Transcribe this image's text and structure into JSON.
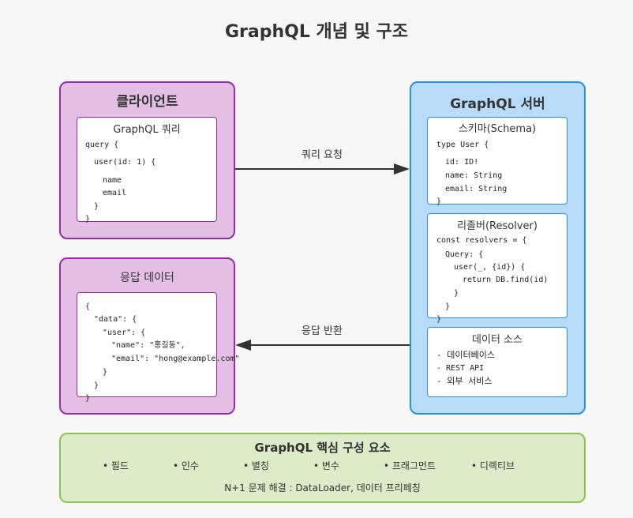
{
  "title": "GraphQL 개념 및 구조",
  "client": {
    "title": "클라이언트",
    "query_box_title": "GraphQL 쿼리",
    "code": [
      "query {",
      "user(id: 1) {",
      "name",
      "email",
      "}",
      "}"
    ]
  },
  "response": {
    "title": "응답 데이터",
    "code": [
      "{",
      "\"data\": {",
      "\"user\": {",
      "\"name\": \"홍길동\",",
      "\"email\": \"hong@example.com\"",
      "}",
      "}",
      "}"
    ]
  },
  "server": {
    "title": "GraphQL 서버",
    "schema": {
      "title": "스키마(Schema)",
      "code": [
        "type User {",
        "id: ID!",
        "name: String",
        "email: String",
        "}"
      ]
    },
    "resolver": {
      "title": "리졸버(Resolver)",
      "code": [
        "const resolvers = {",
        "Query: {",
        "user(_, {id}) {",
        "return DB.find(id)",
        "}",
        "}",
        "}"
      ]
    },
    "datasource": {
      "title": "데이터 소스",
      "items": [
        "- 데이터베이스",
        "- REST API",
        "- 외부 서비스"
      ]
    }
  },
  "arrows": {
    "request_label": "쿼리 요청",
    "response_label": "응답 반환"
  },
  "core": {
    "title": "GraphQL 핵심 구성 요소",
    "items": [
      "• 필드",
      "• 인수",
      "• 별칭",
      "• 변수",
      "• 프래그먼트",
      "• 디렉티브"
    ],
    "note": "N+1 문제 해결 : DataLoader, 데이터 프리페칭"
  },
  "colors": {
    "purple_fill": "#e3bfe6",
    "purple_border": "#9c2aa8",
    "blue_fill": "#b8dbf8",
    "blue_border": "#2b8fe0",
    "green_fill": "#dcecc9",
    "green_border": "#8bc34a"
  }
}
